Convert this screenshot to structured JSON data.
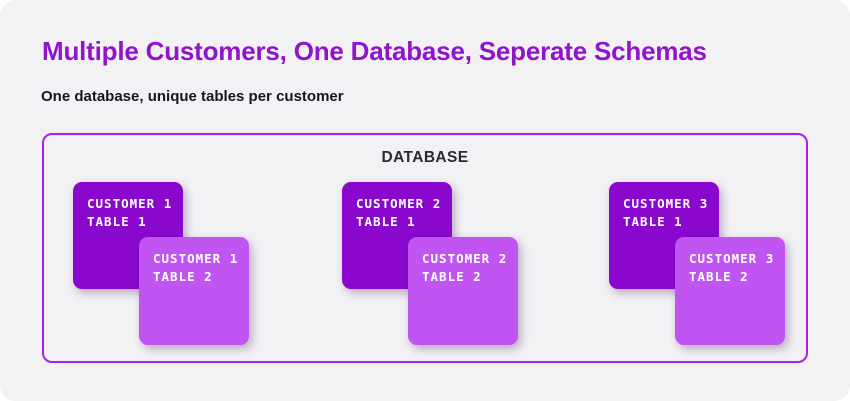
{
  "page": {
    "title": "Multiple Customers, One Database, Seperate Schemas",
    "subtitle": "One database, unique tables per customer"
  },
  "database": {
    "label": "DATABASE",
    "groups": [
      {
        "table1": {
          "line1": "CUSTOMER 1",
          "line2": "TABLE 1"
        },
        "table2": {
          "line1": "CUSTOMER 1",
          "line2": "TABLE 2"
        }
      },
      {
        "table1": {
          "line1": "CUSTOMER 2",
          "line2": "TABLE 1"
        },
        "table2": {
          "line1": "CUSTOMER 2",
          "line2": "TABLE 2"
        }
      },
      {
        "table1": {
          "line1": "CUSTOMER 3",
          "line2": "TABLE 1"
        },
        "table2": {
          "line1": "CUSTOMER 3",
          "line2": "TABLE 2"
        }
      }
    ]
  },
  "colors": {
    "panel_background": "#f2f1f4",
    "title_text": "#9014c9",
    "subtitle_text": "#18151f",
    "container_border": "#a921e6",
    "database_label_text": "#2b2a33",
    "table1_fill": "#8a08ce",
    "table2_fill": "#c055f2",
    "card_text": "#ffffff"
  }
}
